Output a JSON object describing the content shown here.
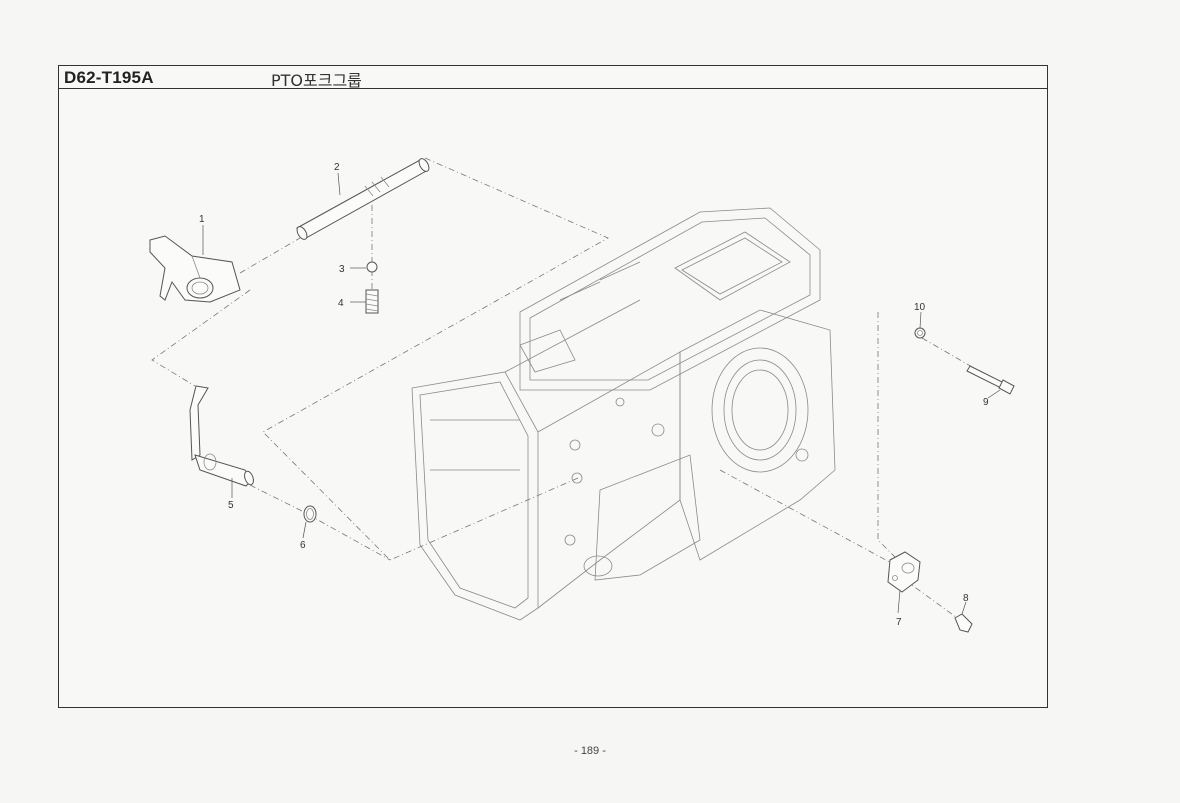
{
  "header": {
    "code": "D62-T195A",
    "title": "PTO포크그룹"
  },
  "callouts": {
    "c1": "1",
    "c2": "2",
    "c3": "3",
    "c4": "4",
    "c5": "5",
    "c6": "6",
    "c7": "7",
    "c8": "8",
    "c9": "9",
    "c10": "10"
  },
  "footer": {
    "page": "- 189 -"
  }
}
